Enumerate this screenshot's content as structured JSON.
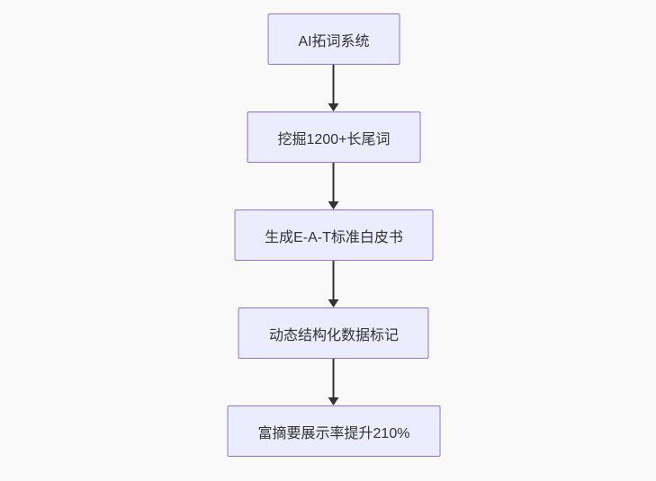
{
  "flowchart": {
    "type": "flowchart",
    "direction": "top-down",
    "colors": {
      "background": "#f9f9f9",
      "node_fill": "#ECECFF",
      "node_border": "#9370DB",
      "node_text": "#333333",
      "arrow": "#333333"
    },
    "nodes": [
      {
        "label": "AI拓词系统"
      },
      {
        "label": "挖掘1200+长尾词"
      },
      {
        "label": "生成E-A-T标准白皮书"
      },
      {
        "label": "动态结构化数据标记"
      },
      {
        "label": "富摘要展示率提升210%"
      }
    ],
    "edges": [
      {
        "from": 0,
        "to": 1
      },
      {
        "from": 1,
        "to": 2
      },
      {
        "from": 2,
        "to": 3
      },
      {
        "from": 3,
        "to": 4
      }
    ]
  }
}
